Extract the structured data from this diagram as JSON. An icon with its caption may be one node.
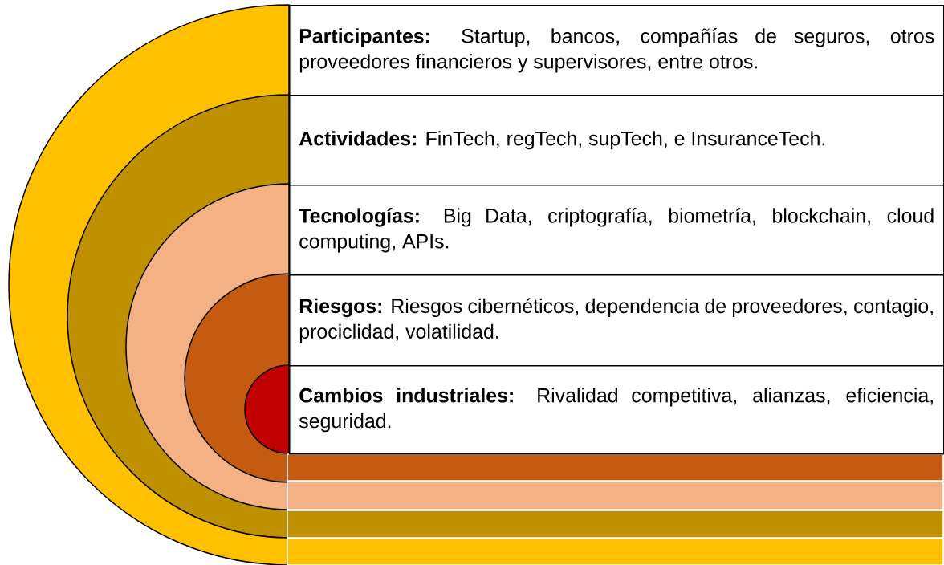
{
  "diagram": {
    "nodes": [
      {
        "text": [
          "**Participantes:** Startup, bancos, compañías de seguros, otros proveedores financieros y supervisores, entre otros."
        ]
      },
      {
        "text": [
          "**Actividades:** FinTech, regTech, supTech, e InsuranceTech."
        ]
      },
      {
        "text": [
          "**Tecnologías:** Big Data, criptografía, biometría, blockchain, cloud computing, APIs."
        ]
      },
      {
        "text": [
          "**Riesgos:** Riesgos cibernéticos, dependencia de proveedores, contagio, prociclidad, volatilidad."
        ]
      },
      {
        "text": [
          "**Cambios industriales:** Rivalidad competitiva, alianzas, eficiencia, seguridad."
        ]
      }
    ]
  }
}
